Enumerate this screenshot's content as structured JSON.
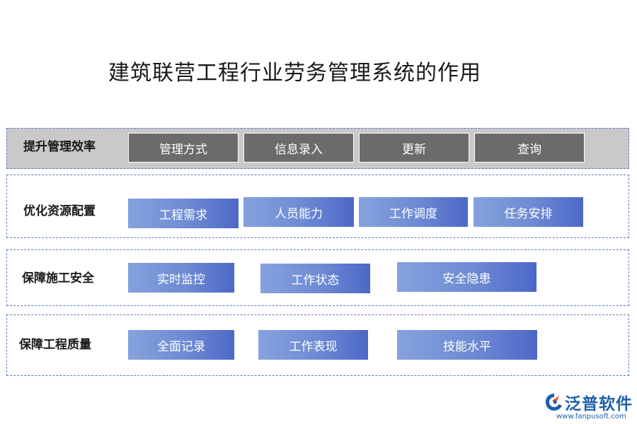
{
  "title": "建筑联营工程行业劳务管理系统的作用",
  "rows": [
    {
      "label": "提升管理效率",
      "items": [
        "管理方式",
        "信息录入",
        "更新",
        "查询"
      ]
    },
    {
      "label": "优化资源配置",
      "items": [
        "工程需求",
        "人员能力",
        "工作调度",
        "任务安排"
      ]
    },
    {
      "label": "保障施工安全",
      "items": [
        "实时监控",
        "工作状态",
        "安全隐患"
      ]
    },
    {
      "label": "保障工程质量",
      "items": [
        "全面记录",
        "工作表现",
        "技能水平"
      ]
    }
  ],
  "logo": {
    "name": "泛普软件",
    "url": "www.fanpusoft.com"
  },
  "colors": {
    "row1_bg": "#c9c9c9",
    "grey_box": "#6b6b6b",
    "blue_light": "#86a2dd",
    "blue_dark": "#4c68c7",
    "border": "#5b7cb8",
    "logo": "#1f5fa8",
    "logo_accent": "#e8582a"
  }
}
